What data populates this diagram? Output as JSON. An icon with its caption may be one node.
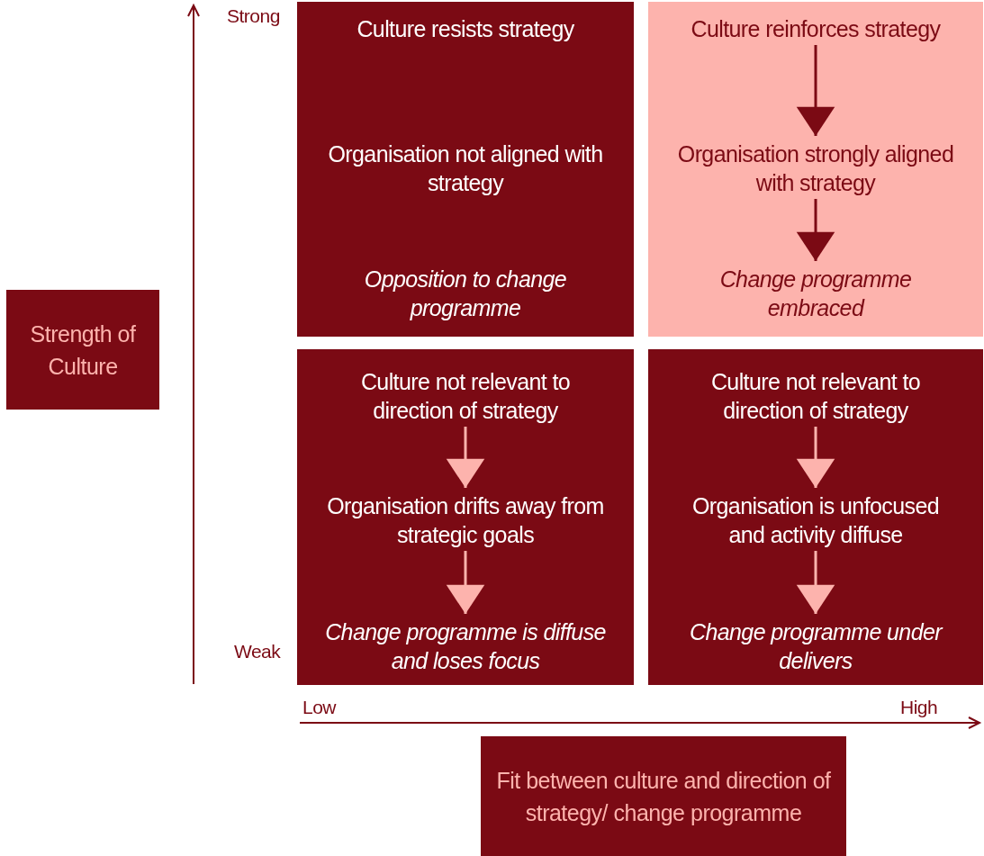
{
  "diagram": {
    "nodes": [
      {
        "text": [
          "Strength of Culture"
        ]
      },
      {
        "text": [],
        "shape": "box"
      },
      {
        "text": [
          "Culture resists strategy"
        ],
        "in": 1
      },
      {
        "text": [
          "Organisation not aligned with strategy"
        ],
        "in": 1
      },
      {
        "text": [
          "Opposition to change programme"
        ],
        "in": 1
      },
      {
        "text": [],
        "shape": "box"
      },
      {
        "text": [
          "Culture reinforces strategy"
        ],
        "in": 5
      },
      {
        "text": [
          "Organisation strongly aligned with strategy"
        ],
        "in": 5
      },
      {
        "text": [
          "Change programme embraced"
        ],
        "in": 5
      },
      {
        "text": [],
        "shape": "box"
      },
      {
        "text": [
          "Culture not relevant to direction of strategy"
        ],
        "in": 9
      },
      {
        "text": [
          "Organisation drifts away from strategic goals"
        ],
        "in": 9
      },
      {
        "text": [
          "Change programme is diffuse and loses focus"
        ],
        "in": 9
      },
      {
        "text": [],
        "shape": "box"
      },
      {
        "text": [
          "Culture not relevant to direction of strategy"
        ],
        "in": 13
      },
      {
        "text": [
          "Organisation is unfocused and activity diffuse"
        ],
        "in": 13
      },
      {
        "text": [
          "Change programme under delivers"
        ],
        "in": 13
      },
      {
        "text": [
          "Fit between culture and direction of strategy/ change programme"
        ]
      }
    ],
    "edges": [
      {
        "from": 6,
        "to": 7,
        "arrow": "to",
        "color": "#7b0a14"
      },
      {
        "from": 7,
        "to": 8,
        "arrow": "to",
        "color": "#7b0a14"
      },
      {
        "from": 10,
        "to": 11,
        "arrow": "to"
      },
      {
        "from": 11,
        "to": 12,
        "arrow": "to"
      },
      {
        "from": 14,
        "to": 15,
        "arrow": "to"
      },
      {
        "from": 15,
        "to": 16,
        "arrow": "to"
      }
    ],
    "labels": [
      "Strong",
      "Weak",
      "Low",
      "High"
    ]
  }
}
